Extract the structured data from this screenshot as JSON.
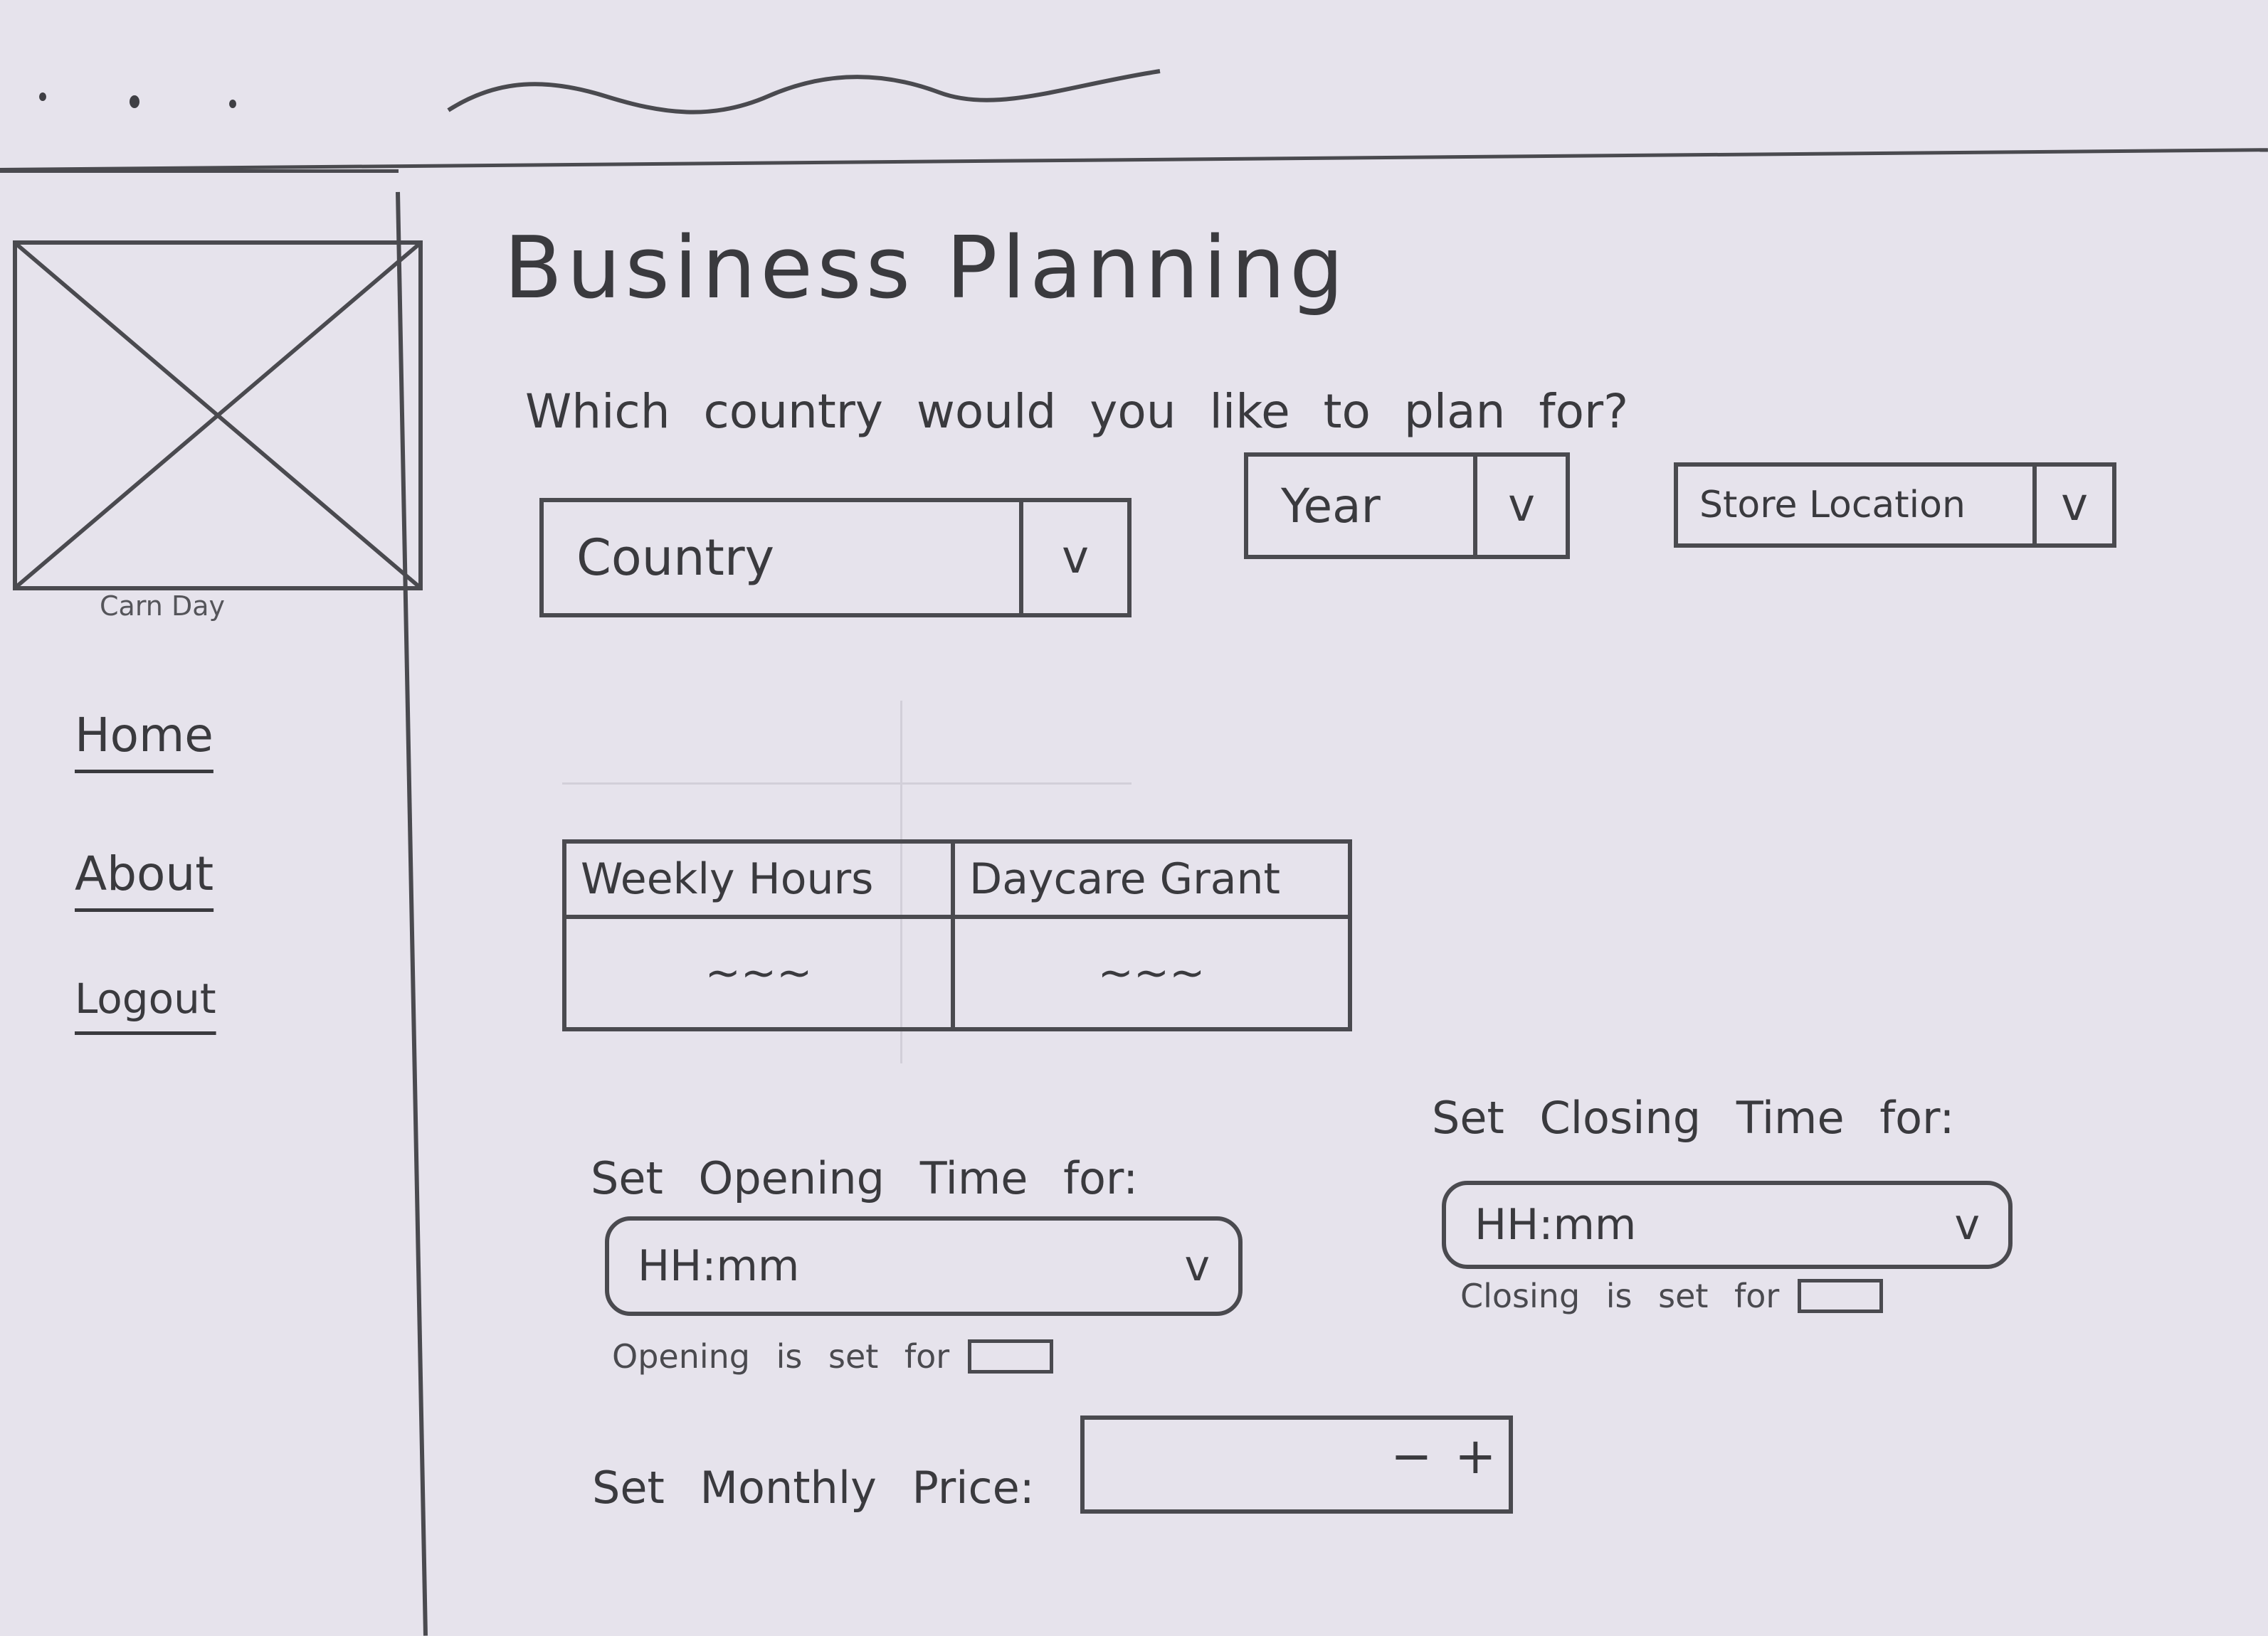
{
  "window": {
    "title_scribble": "~~~~~~"
  },
  "sidebar": {
    "logo_caption": "Carn Day",
    "nav": [
      {
        "label": "Home"
      },
      {
        "label": "About"
      },
      {
        "label": "Logout"
      }
    ]
  },
  "main": {
    "title": "Business Planning",
    "question": "Which country would you like to plan for?",
    "selects": {
      "country": {
        "value": "Country",
        "chevron": "v"
      },
      "year": {
        "value": "Year",
        "chevron": "v"
      },
      "store_location": {
        "value": "Store Location",
        "chevron": "v"
      }
    },
    "table": {
      "headers": [
        "Weekly Hours",
        "Daycare Grant"
      ],
      "row": [
        "~~~",
        "~~~"
      ]
    },
    "opening": {
      "label": "Set Opening Time for:",
      "placeholder": "HH:mm",
      "chevron": "v",
      "status": "Opening is set for"
    },
    "closing": {
      "label": "Set Closing Time for:",
      "placeholder": "HH:mm",
      "chevron": "v",
      "status": "Closing is set for"
    },
    "price": {
      "label": "Set Monthly Price:",
      "minus": "−",
      "plus": "+"
    }
  }
}
